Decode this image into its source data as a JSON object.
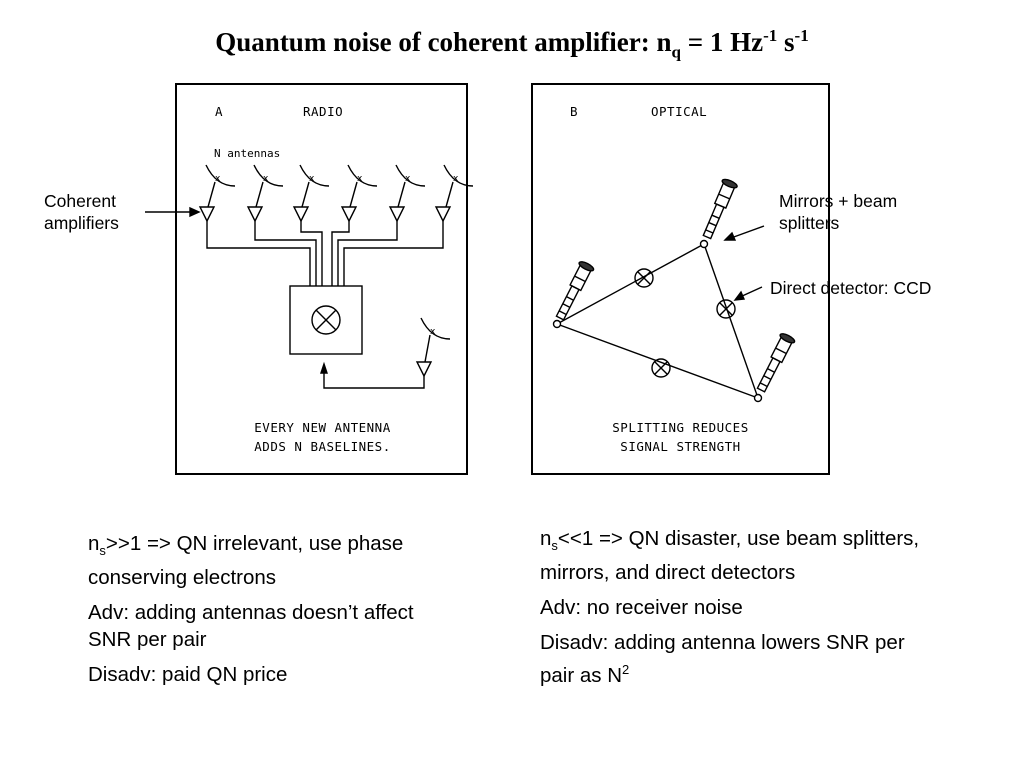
{
  "title": {
    "prefix": "Quantum noise of coherent amplifier: n",
    "sub_q": "q",
    "mid": " = 1 Hz",
    "sup1": "-1",
    "space_s": " s",
    "sup2": "-1"
  },
  "panel_a": {
    "letter": "A",
    "heading": "RADIO",
    "antennas_label": "N antennas",
    "caption_line1": "EVERY NEW ANTENNA",
    "caption_line2": "ADDS N BASELINES."
  },
  "panel_b": {
    "letter": "B",
    "heading": "OPTICAL",
    "caption_line1": "SPLITTING REDUCES",
    "caption_line2": "SIGNAL STRENGTH"
  },
  "callouts": {
    "coherent_line1": "Coherent",
    "coherent_line2": "amplifiers",
    "mirrors_line1": "Mirrors +  beam",
    "mirrors_line2": "splitters",
    "detector": "Direct detector: CCD"
  },
  "left_text": {
    "p1_n": "n",
    "p1_sub": "s",
    "p1_rest": ">>1 => QN irrelevant, use phase conserving electrons",
    "p2": "Adv: adding antennas doesn’t affect SNR per pair",
    "p3": "Disadv: paid QN price"
  },
  "right_text": {
    "p1_n": "n",
    "p1_sub": "s",
    "p1_rest": "<<1 => QN disaster, use beam splitters, mirrors, and direct detectors",
    "p2": "Adv: no receiver noise",
    "p3_main": "Disadv: adding antenna lowers SNR per pair as N",
    "p3_sup": "2"
  }
}
